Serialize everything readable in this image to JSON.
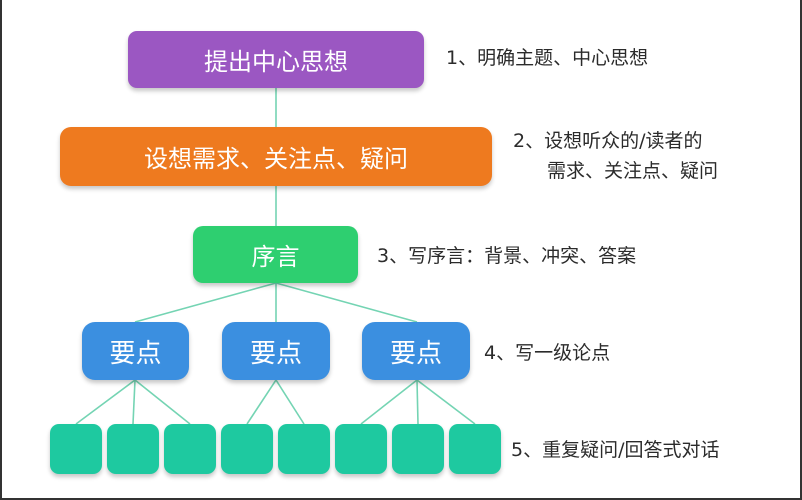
{
  "nodes": {
    "topic": "提出中心思想",
    "needs": "设想需求、关注点、疑问",
    "preface": "序言",
    "point_1": "要点",
    "point_2": "要点",
    "point_3": "要点"
  },
  "notes": {
    "step1": "1、明确主题、中心思想",
    "step2_line1": "2、设想听众的/读者的",
    "step2_line2": "需求、关注点、疑问",
    "step3": "3、写序言：背景、冲突、答案",
    "step4": "4、写一级论点",
    "step5": "5、重复疑问/回答式对话"
  },
  "colors": {
    "topic": "#9b57c2",
    "needs": "#ee7a1f",
    "preface": "#2ecf70",
    "points": "#3b8fe0",
    "leaves": "#1ec9a0",
    "connector": "#74d4b3"
  }
}
